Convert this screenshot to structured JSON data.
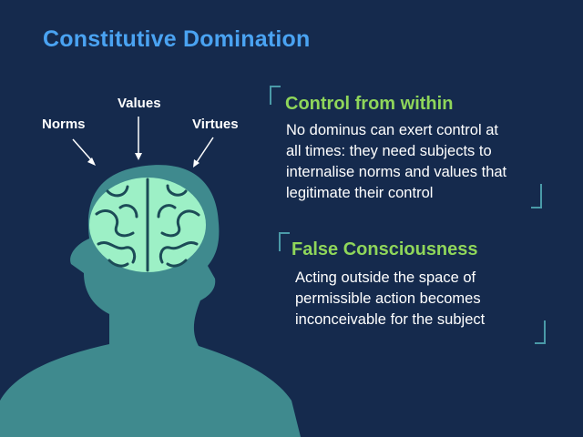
{
  "slide": {
    "title": "Constitutive Domination",
    "colors": {
      "background": "#152a4d",
      "title": "#4aa3f2",
      "heading": "#8fd65a",
      "head_silhouette": "#3f8a8e",
      "brain": "#9df0c6",
      "bracket": "#4a9aa8"
    },
    "arrow_labels": [
      "Norms",
      "Values",
      "Virtues"
    ],
    "boxes": [
      {
        "heading": "Control from within",
        "lines": [
          "No dominus can exert control at",
          "all times: they need subjects to",
          "internalise norms and values that",
          "legitimate their control"
        ]
      },
      {
        "heading": "False Consciousness",
        "lines": [
          "Acting outside the space of",
          "permissible action becomes",
          "inconceivable for the subject"
        ]
      }
    ]
  }
}
